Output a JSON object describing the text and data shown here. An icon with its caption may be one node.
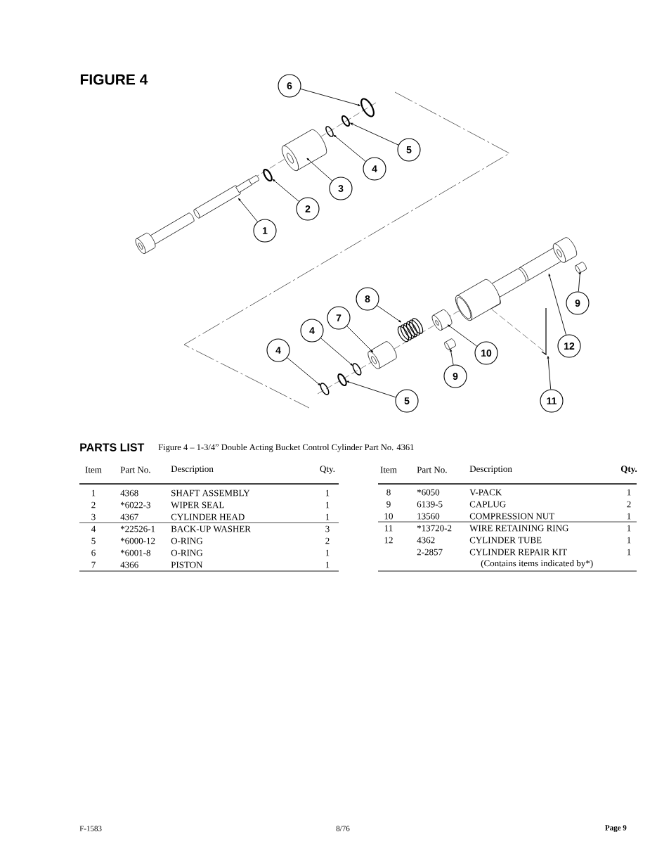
{
  "diagram": {
    "title": "FIGURE 4",
    "nodes": [
      {
        "text": [
          "6"
        ]
      },
      {
        "text": [
          "5"
        ]
      },
      {
        "text": [
          "4"
        ]
      },
      {
        "text": [
          "3"
        ]
      },
      {
        "text": [
          "2"
        ]
      },
      {
        "text": [
          "1"
        ]
      },
      {
        "text": [
          "8"
        ]
      },
      {
        "text": [
          "9"
        ]
      },
      {
        "text": [
          "7"
        ]
      },
      {
        "text": [
          "4"
        ]
      },
      {
        "text": [
          "12"
        ]
      },
      {
        "text": [
          "4"
        ]
      },
      {
        "text": [
          "10"
        ]
      },
      {
        "text": [
          "9"
        ]
      },
      {
        "text": [
          "5"
        ]
      },
      {
        "text": [
          "11"
        ]
      },
      {
        "text": [],
        "shape": "picture"
      },
      {
        "text": [],
        "shape": "picture"
      },
      {
        "text": [],
        "shape": "picture"
      },
      {
        "text": [],
        "shape": "picture"
      },
      {
        "text": [],
        "shape": "picture"
      },
      {
        "text": [],
        "shape": "picture"
      },
      {
        "text": [],
        "shape": "picture"
      },
      {
        "text": [],
        "shape": "picture"
      },
      {
        "text": [],
        "shape": "picture"
      },
      {
        "text": [],
        "shape": "picture"
      },
      {
        "text": [],
        "shape": "picture"
      },
      {
        "text": [],
        "shape": "picture"
      },
      {
        "text": [],
        "shape": "picture"
      },
      {
        "text": [],
        "shape": "picture"
      },
      {
        "text": [],
        "shape": "picture"
      },
      {
        "text": [],
        "shape": "picture"
      }
    ],
    "edges": [
      {
        "from": 0,
        "to": 16,
        "arrow": "to"
      },
      {
        "from": 1,
        "to": 17,
        "arrow": "to"
      },
      {
        "from": 2,
        "to": 18,
        "arrow": "to"
      },
      {
        "from": 3,
        "to": 19,
        "arrow": "to"
      },
      {
        "from": 4,
        "to": 20,
        "arrow": "to"
      },
      {
        "from": 5,
        "to": 21,
        "arrow": "to"
      },
      {
        "from": 6,
        "to": 22,
        "arrow": "to"
      },
      {
        "from": 7,
        "to": 23,
        "arrow": "to"
      },
      {
        "from": 8,
        "to": 24,
        "arrow": "to"
      },
      {
        "from": 9,
        "to": 25,
        "arrow": "to"
      },
      {
        "from": 10,
        "to": 26,
        "arrow": "to"
      },
      {
        "from": 11,
        "to": 27,
        "arrow": "to"
      },
      {
        "from": 12,
        "to": 28,
        "arrow": "to"
      },
      {
        "from": 13,
        "to": 29,
        "arrow": "to"
      },
      {
        "from": 14,
        "to": 30,
        "arrow": "to"
      },
      {
        "from": 15,
        "to": 31,
        "arrow": "to"
      }
    ],
    "labels": [
      "PARTS LIST",
      "Figure 4 – 1-3/4” Double Acting Bucket Control Cylinder Part No. 4361",
      "Item",
      "Part No.",
      "Description",
      "Qty.",
      "1",
      "4368",
      "SHAFT ASSEMBLY",
      "1",
      "2",
      "*6022-3",
      "WIPER SEAL",
      "1",
      "3",
      "4367",
      "CYLINDER HEAD",
      "1",
      "4",
      "*22526-1",
      "BACK-UP WASHER",
      "3",
      "5",
      "*6000-12",
      "O-RING",
      "2",
      "6",
      "*6001-8",
      "O-RING",
      "1",
      "7",
      "4366",
      "PISTON",
      "1",
      "Item",
      "Part No.",
      "Description",
      "Qty.",
      "8",
      "*6050",
      "V-PACK",
      "1",
      "9",
      "6139-5",
      "CAPLUG",
      "2",
      "10",
      "13560",
      "COMPRESSION NUT",
      "1",
      "11",
      "*13720-2",
      "WIRE RETAINING RING",
      "1",
      "12",
      "4362",
      "CYLINDER TUBE",
      "1",
      "2-2857",
      "CYLINDER REPAIR KIT",
      "1",
      "(Contains items indicated by*)",
      "F-1583",
      "8/76",
      "Page 9"
    ]
  }
}
